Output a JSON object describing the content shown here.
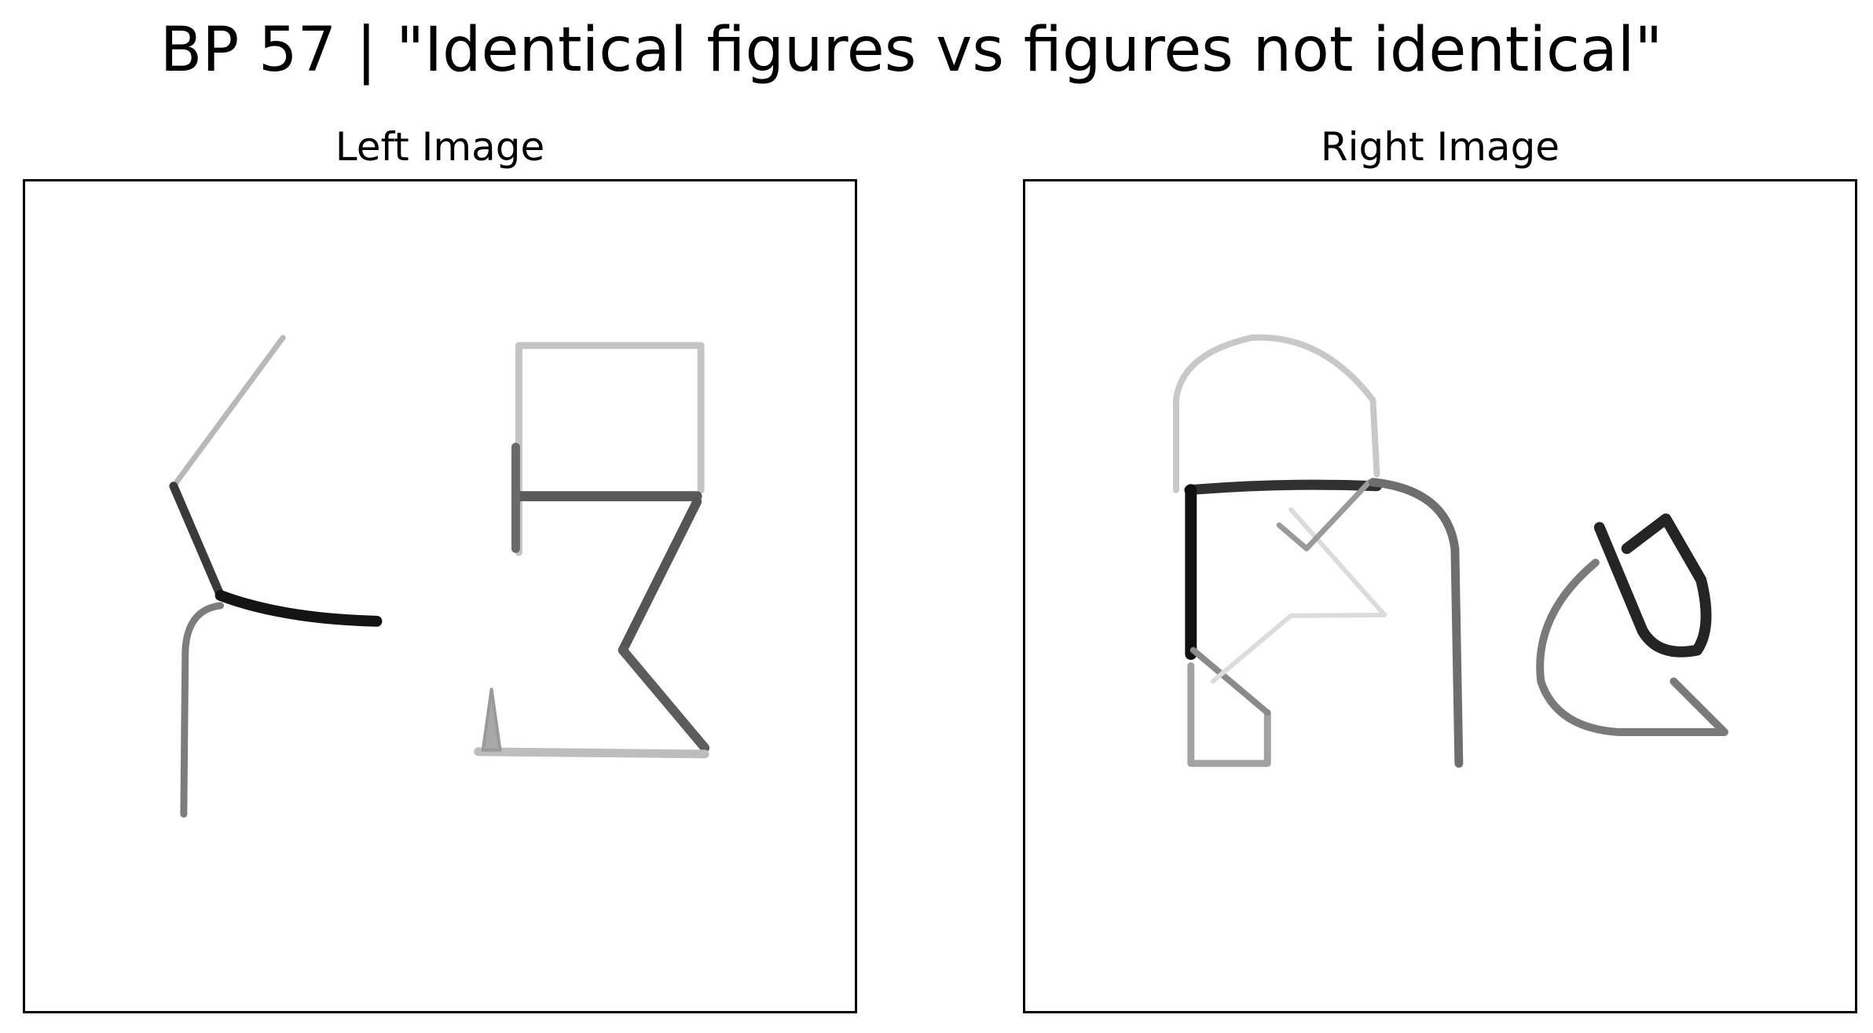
{
  "figure": {
    "title": "BP 57 | \"Identical figures vs figures not identical\""
  },
  "panels": {
    "left": {
      "label": "Left Image"
    },
    "right": {
      "label": "Right Image"
    }
  },
  "colors": {
    "background": "#ffffff",
    "frame": "#000000",
    "ink": "#000000"
  }
}
